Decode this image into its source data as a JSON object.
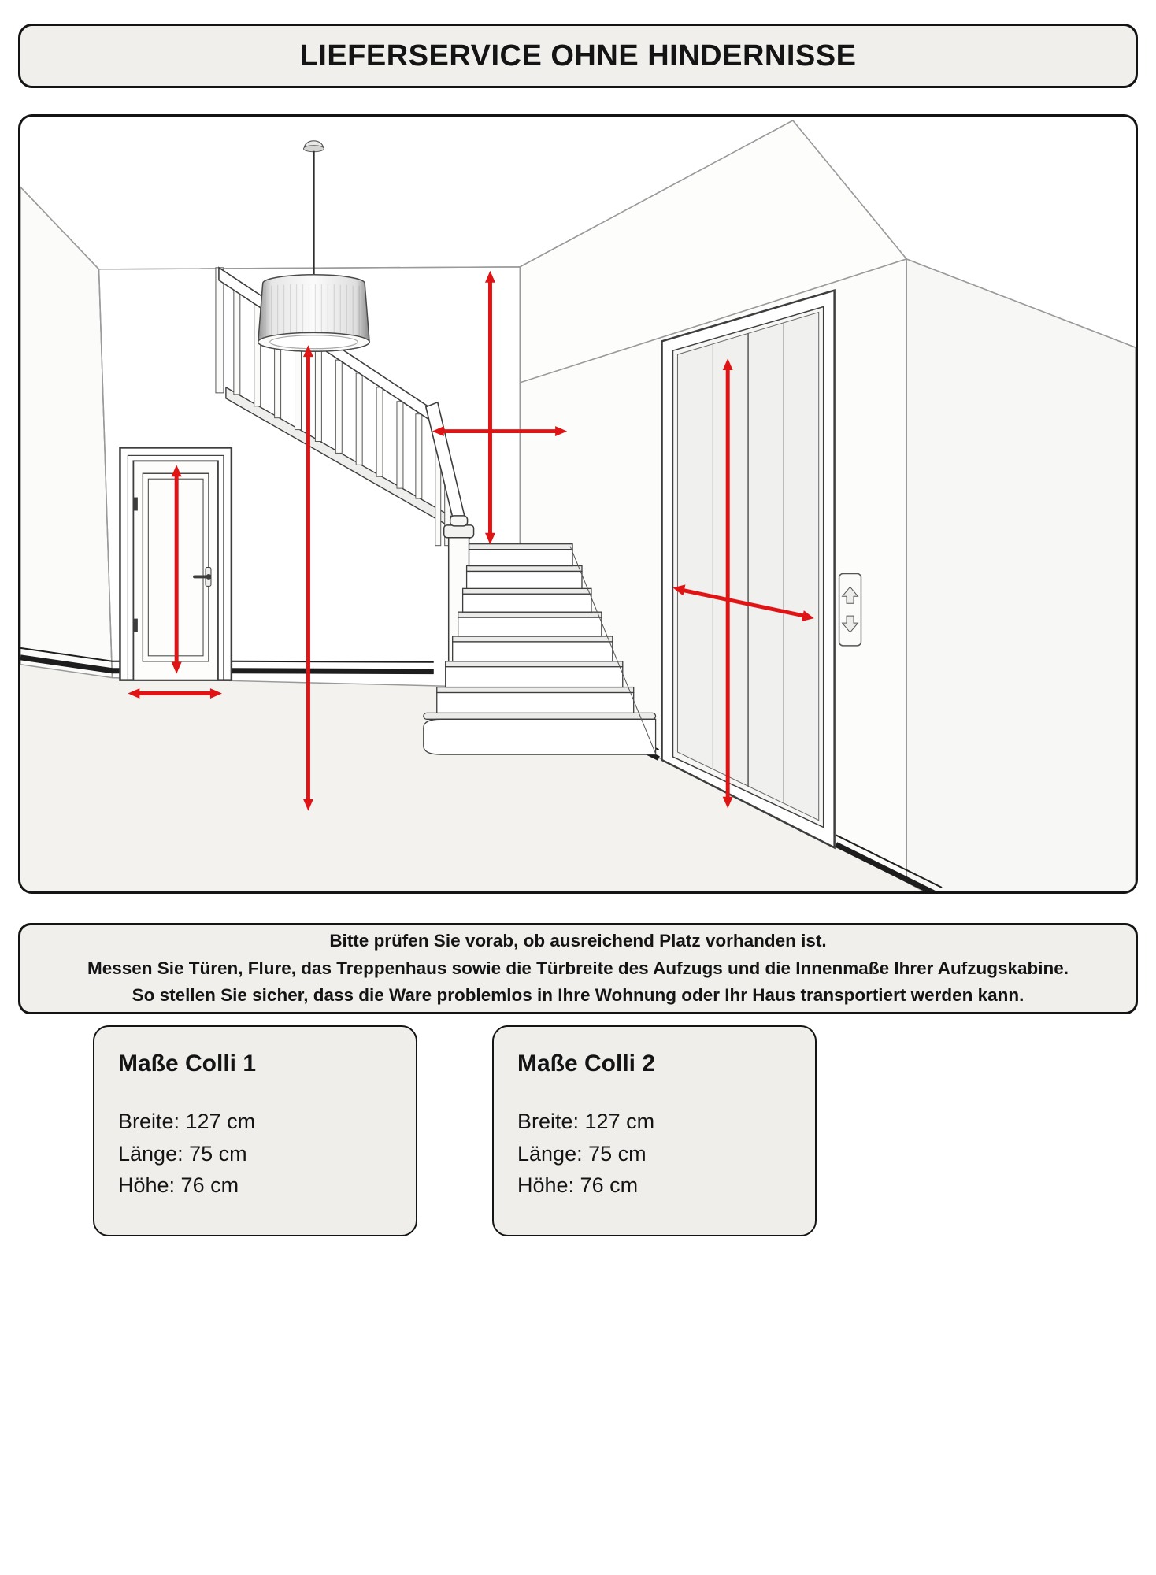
{
  "header": {
    "title": "LIEFERSERVICE OHNE HINDERNISSE"
  },
  "notice": {
    "lines": [
      "Bitte prüfen Sie vorab, ob ausreichend Platz vorhanden ist.",
      "Messen Sie Türen, Flure, das Treppenhaus sowie die Türbreite des Aufzugs und die Innenmaße Ihrer Aufzugskabine.",
      "So stellen Sie sicher, dass die Ware problemlos in Ihre Wohnung oder Ihr Haus transportiert werden kann."
    ]
  },
  "cards": [
    {
      "title": "Maße Colli 1",
      "lines": [
        "Breite: 127 cm",
        "Länge: 75 cm",
        "Höhe: 76 cm"
      ]
    },
    {
      "title": "Maße Colli 2",
      "lines": [
        "Breite: 127 cm",
        "Länge: 75 cm",
        "Höhe: 76 cm"
      ]
    }
  ],
  "illustration": {
    "objects": [
      "pendant-lamp",
      "interior-door",
      "staircase-with-balustrade",
      "elevator",
      "elevator-call-panel"
    ],
    "measure_arrows": [
      "door-height",
      "door-width",
      "floor-to-lamp-height",
      "stair-headroom",
      "stair-width",
      "elevator-cab-width",
      "elevator-door-height"
    ]
  },
  "colors": {
    "accent": "#e01414",
    "panel_bg": "#f1efec",
    "border": "#141414",
    "line_art": "#3d3d3d"
  }
}
